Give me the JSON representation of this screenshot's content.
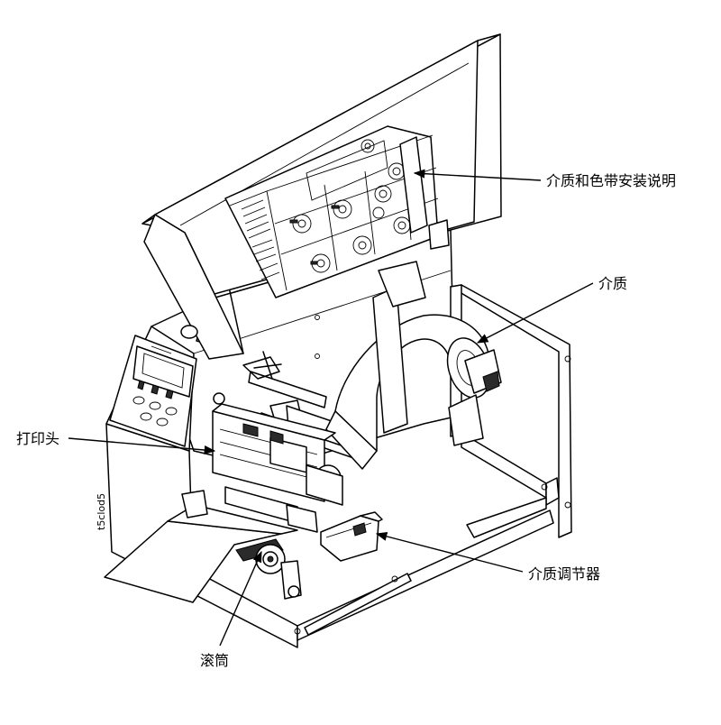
{
  "figure_code": "t5clod5",
  "callouts": {
    "media_ribbon_instructions": "介质和色带安装说明",
    "media": "介质",
    "printhead": "打印头",
    "media_adjuster": "介质调节器",
    "roller": "滚筒"
  },
  "colors": {
    "line": "#000000",
    "background": "#ffffff",
    "shade": "#d9d9d9"
  }
}
